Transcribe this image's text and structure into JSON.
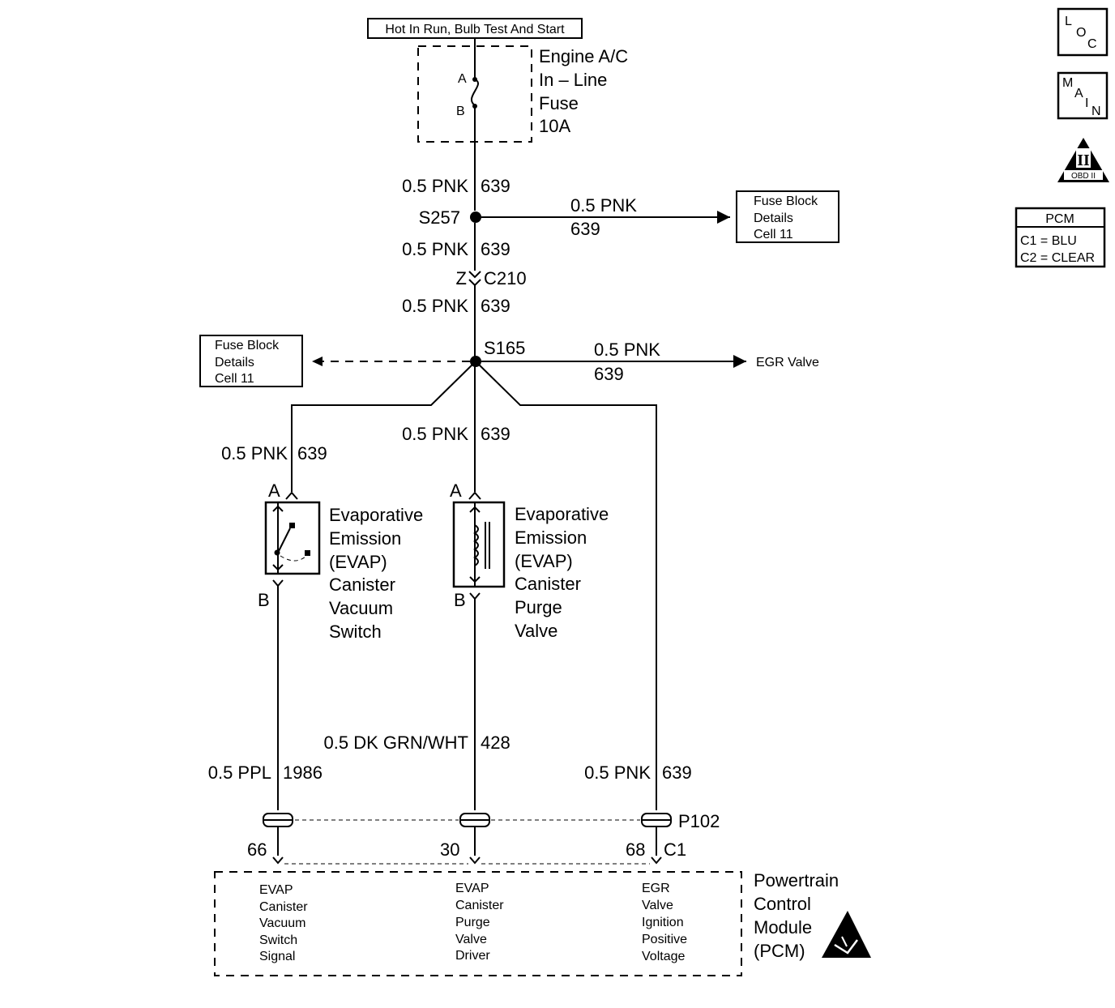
{
  "power_source": "Hot In Run, Bulb Test And Start",
  "fuse": {
    "name": [
      "Engine A/C",
      "In – Line",
      "Fuse",
      "10A"
    ],
    "pin_a": "A",
    "pin_b": "B"
  },
  "wires": {
    "w1": {
      "gauge_color": "0.5 PNK",
      "circuit": "639"
    },
    "w2": {
      "gauge_color": "0.5 PNK",
      "circuit": "639"
    },
    "w3": {
      "gauge_color": "0.5 PNK",
      "circuit": "639"
    },
    "branch_s257": {
      "gauge_color": "0.5 PNK",
      "circuit": "639"
    },
    "branch_egr": {
      "gauge_color": "0.5 PNK",
      "circuit": "639"
    },
    "to_switch": {
      "gauge_color": "0.5 PNK",
      "circuit": "639"
    },
    "to_purge": {
      "gauge_color": "0.5 PNK",
      "circuit": "639"
    },
    "switch_out": {
      "gauge_color": "0.5 PPL",
      "circuit": "1986"
    },
    "purge_out": {
      "gauge_color": "0.5 DK GRN/WHT",
      "circuit": "428"
    },
    "egr_out": {
      "gauge_color": "0.5 PNK",
      "circuit": "639"
    }
  },
  "splices": {
    "s257": "S257",
    "s165": "S165"
  },
  "inline_connector": {
    "left_pin": "Z",
    "name": "C210"
  },
  "fuse_block_ref": [
    "Fuse Block",
    "Details",
    "Cell 11"
  ],
  "egr_label": "EGR Valve",
  "vacuum_switch": {
    "pin_a": "A",
    "pin_b": "B",
    "name": [
      "Evaporative",
      "Emission",
      "(EVAP)",
      "Canister",
      "Vacuum",
      "Switch"
    ]
  },
  "purge_valve": {
    "pin_a": "A",
    "pin_b": "B",
    "name": [
      "Evaporative",
      "Emission",
      "(EVAP)",
      "Canister",
      "Purge",
      "Valve"
    ]
  },
  "pcm_connector": {
    "name": "P102",
    "connector": "C1",
    "pins": [
      "66",
      "30",
      "68"
    ]
  },
  "pcm": {
    "name": [
      "Powertrain",
      "Control",
      "Module",
      "(PCM)"
    ],
    "functions": [
      [
        "EVAP",
        "Canister",
        "Vacuum",
        "Switch",
        "Signal"
      ],
      [
        "EVAP",
        "Canister",
        "Purge",
        "Valve",
        "Driver"
      ],
      [
        "EGR",
        "Valve",
        "Ignition",
        "Positive",
        "Voltage"
      ]
    ]
  },
  "side_icons": {
    "loc": [
      "L",
      "O",
      "C"
    ],
    "main": [
      "M",
      "A",
      "I",
      "N"
    ],
    "obd": {
      "numeral": "II",
      "label": "OBD II"
    }
  },
  "pcm_legend": {
    "title": "PCM",
    "rows": [
      "C1 = BLU",
      "C2 = CLEAR"
    ]
  },
  "icons": [
    "esd-warning-icon",
    "splice-dot-icon",
    "fuse-icon",
    "coil-icon",
    "switch-icon",
    "arrow-icon"
  ]
}
